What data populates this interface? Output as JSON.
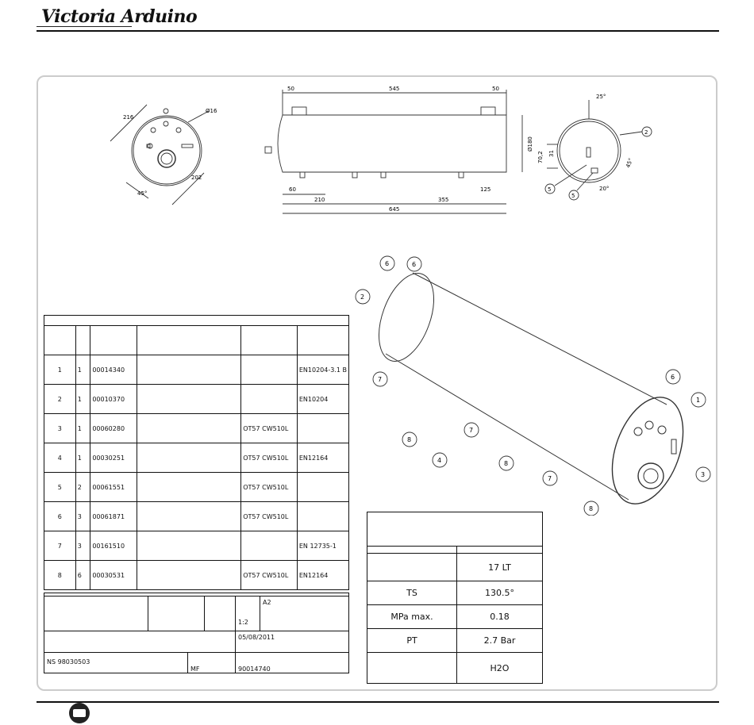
{
  "brand": {
    "logo_text": "Victoria Arduino"
  },
  "front_view": {
    "dims": [
      "216",
      "Ø16",
      "202",
      "45°"
    ]
  },
  "side_view": {
    "dims": [
      "50",
      "545",
      "50",
      "60",
      "210",
      "355",
      "125",
      "645",
      "Ø180"
    ]
  },
  "end_view": {
    "dims": [
      "25°",
      "70,2",
      "31",
      "45°",
      "20°"
    ],
    "labels": [
      "2",
      "5",
      "5"
    ]
  },
  "iso_view": {
    "labels": [
      "6",
      "6",
      "2",
      "6",
      "1",
      "7",
      "7",
      "8",
      "4",
      "8",
      "3",
      "7",
      "8"
    ]
  },
  "parts_table": {
    "rows": [
      {
        "pos": "1",
        "qty": "1",
        "code": "00014340",
        "material": "",
        "standard": "EN10204-3.1 B"
      },
      {
        "pos": "2",
        "qty": "1",
        "code": "00010370",
        "material": "",
        "standard": "EN10204"
      },
      {
        "pos": "3",
        "qty": "1",
        "code": "00060280",
        "material": "OT57 CW510L",
        "standard": ""
      },
      {
        "pos": "4",
        "qty": "1",
        "code": "00030251",
        "material": "OT57 CW510L",
        "standard": "EN12164"
      },
      {
        "pos": "5",
        "qty": "2",
        "code": "00061551",
        "material": "OT57 CW510L",
        "standard": ""
      },
      {
        "pos": "6",
        "qty": "3",
        "code": "00061871",
        "material": "OT57 CW510L",
        "standard": ""
      },
      {
        "pos": "7",
        "qty": "3",
        "code": "00161510",
        "material": "",
        "standard": "EN 12735-1"
      },
      {
        "pos": "8",
        "qty": "6",
        "code": "00030531",
        "material": "OT57 CW510L",
        "standard": "EN12164"
      }
    ]
  },
  "title_block": {
    "format": "A2",
    "scale": "1:2",
    "date": "05/08/2011",
    "ns": "NS 98030503",
    "mf": "MF",
    "drawing_no": "90014740"
  },
  "spec_table": {
    "rows": [
      {
        "label": "",
        "value": "17 LT"
      },
      {
        "label": "TS",
        "value": "130.5°"
      },
      {
        "label": "MPa max.",
        "value": "0.18"
      },
      {
        "label": "PT",
        "value": "2.7 Bar"
      },
      {
        "label": "",
        "value": "H2O"
      }
    ]
  }
}
